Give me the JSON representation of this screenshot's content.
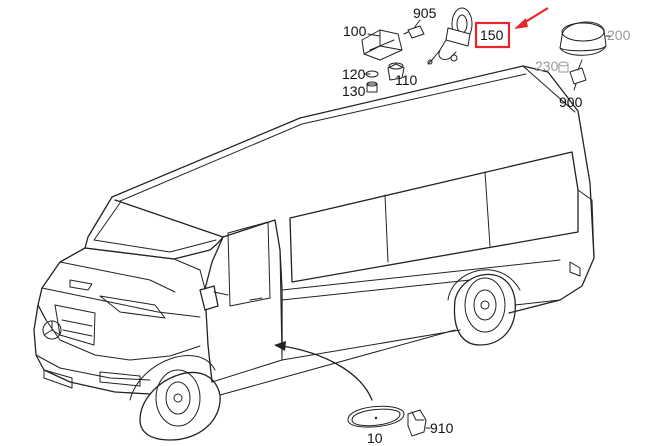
{
  "labels": {
    "p905": "905",
    "p100": "100",
    "p150": "150",
    "p200": "200",
    "p230": "230",
    "p120": "120",
    "p110": "110",
    "p130": "130",
    "p900": "900",
    "p10": "10",
    "p910": "910"
  },
  "highlight": {
    "part": "150",
    "color": "#e8262a"
  },
  "colors": {
    "line": "#222222",
    "muted_label": "#9a9a9a",
    "background": "#ffffff"
  }
}
